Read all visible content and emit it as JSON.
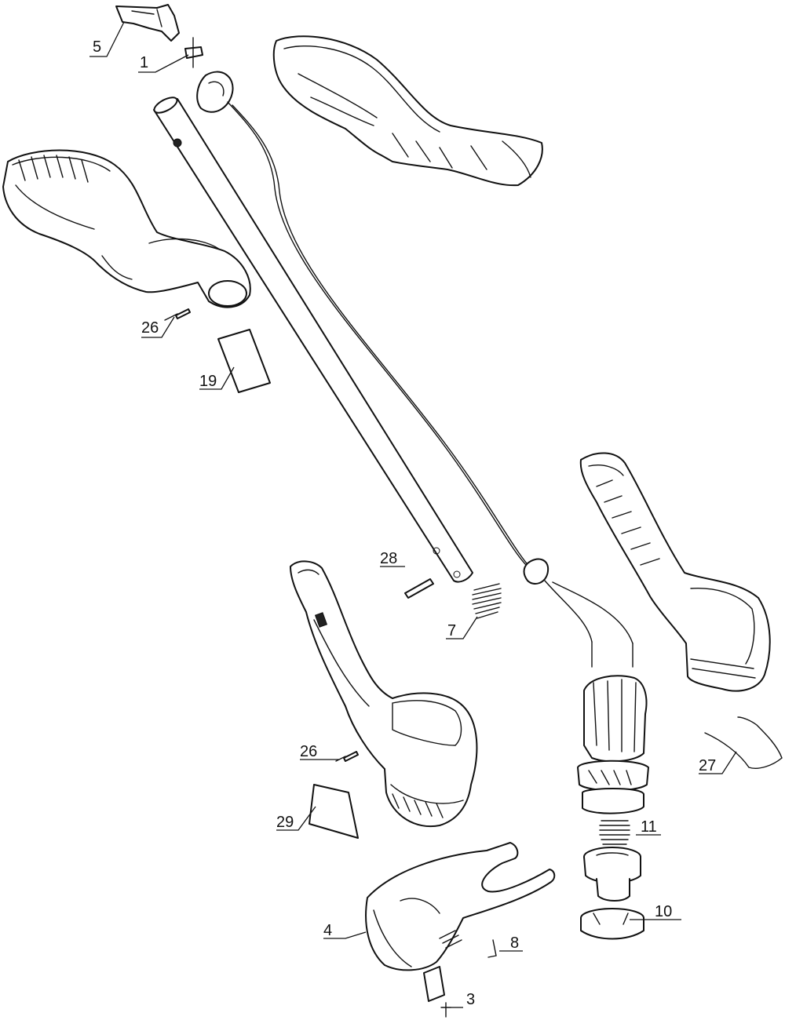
{
  "callouts": {
    "c5": "5",
    "c1": "1",
    "c26a": "26",
    "c19": "19",
    "c28": "28",
    "c7": "7",
    "c26b": "26",
    "c29": "29",
    "c27": "27",
    "c11": "11",
    "c10": "10",
    "c4": "4",
    "c8": "8",
    "c3": "3"
  },
  "colors": {
    "line": "#111111",
    "background": "#ffffff"
  }
}
